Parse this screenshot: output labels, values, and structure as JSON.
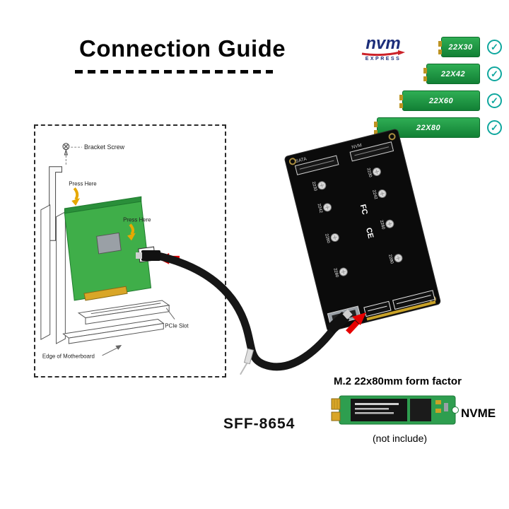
{
  "title": "Connection Guide",
  "logo": {
    "name": "nvm",
    "express": "EXPRESS"
  },
  "icons": {
    "check": "✓"
  },
  "ssd_sizes": [
    {
      "label": "22X30"
    },
    {
      "label": "22X42"
    },
    {
      "label": "22X60"
    },
    {
      "label": "22X80"
    }
  ],
  "install_diagram": {
    "bracket_screw": "Bracket Screw",
    "press_here_top": "Press Here",
    "press_here_mid": "Press Here",
    "pcie_slot": "PCIe Slot",
    "edge_of_motherboard": "Edge of Motherboard"
  },
  "adapter_card": {
    "hole_labels": [
      "2230",
      "2242",
      "2260",
      "2280"
    ],
    "socket_labels": {
      "sata": "SATA",
      "nvme": "NVM"
    },
    "marks": {
      "fcc": "FC",
      "ce": "CE"
    }
  },
  "cable": {
    "label": "SFF-8654"
  },
  "footer": {
    "form_factor": "M.2 22x80mm form factor",
    "nvme": "NVME",
    "note": "(not include)"
  },
  "colors": {
    "bar_green": "#1f9e43",
    "check_teal": "#0fa79e",
    "card_green": "#3fae49",
    "arrow_red": "#e60000",
    "pcb_black": "#0b0b0b",
    "logo_navy": "#1c2e7a",
    "logo_red": "#cc2229"
  }
}
